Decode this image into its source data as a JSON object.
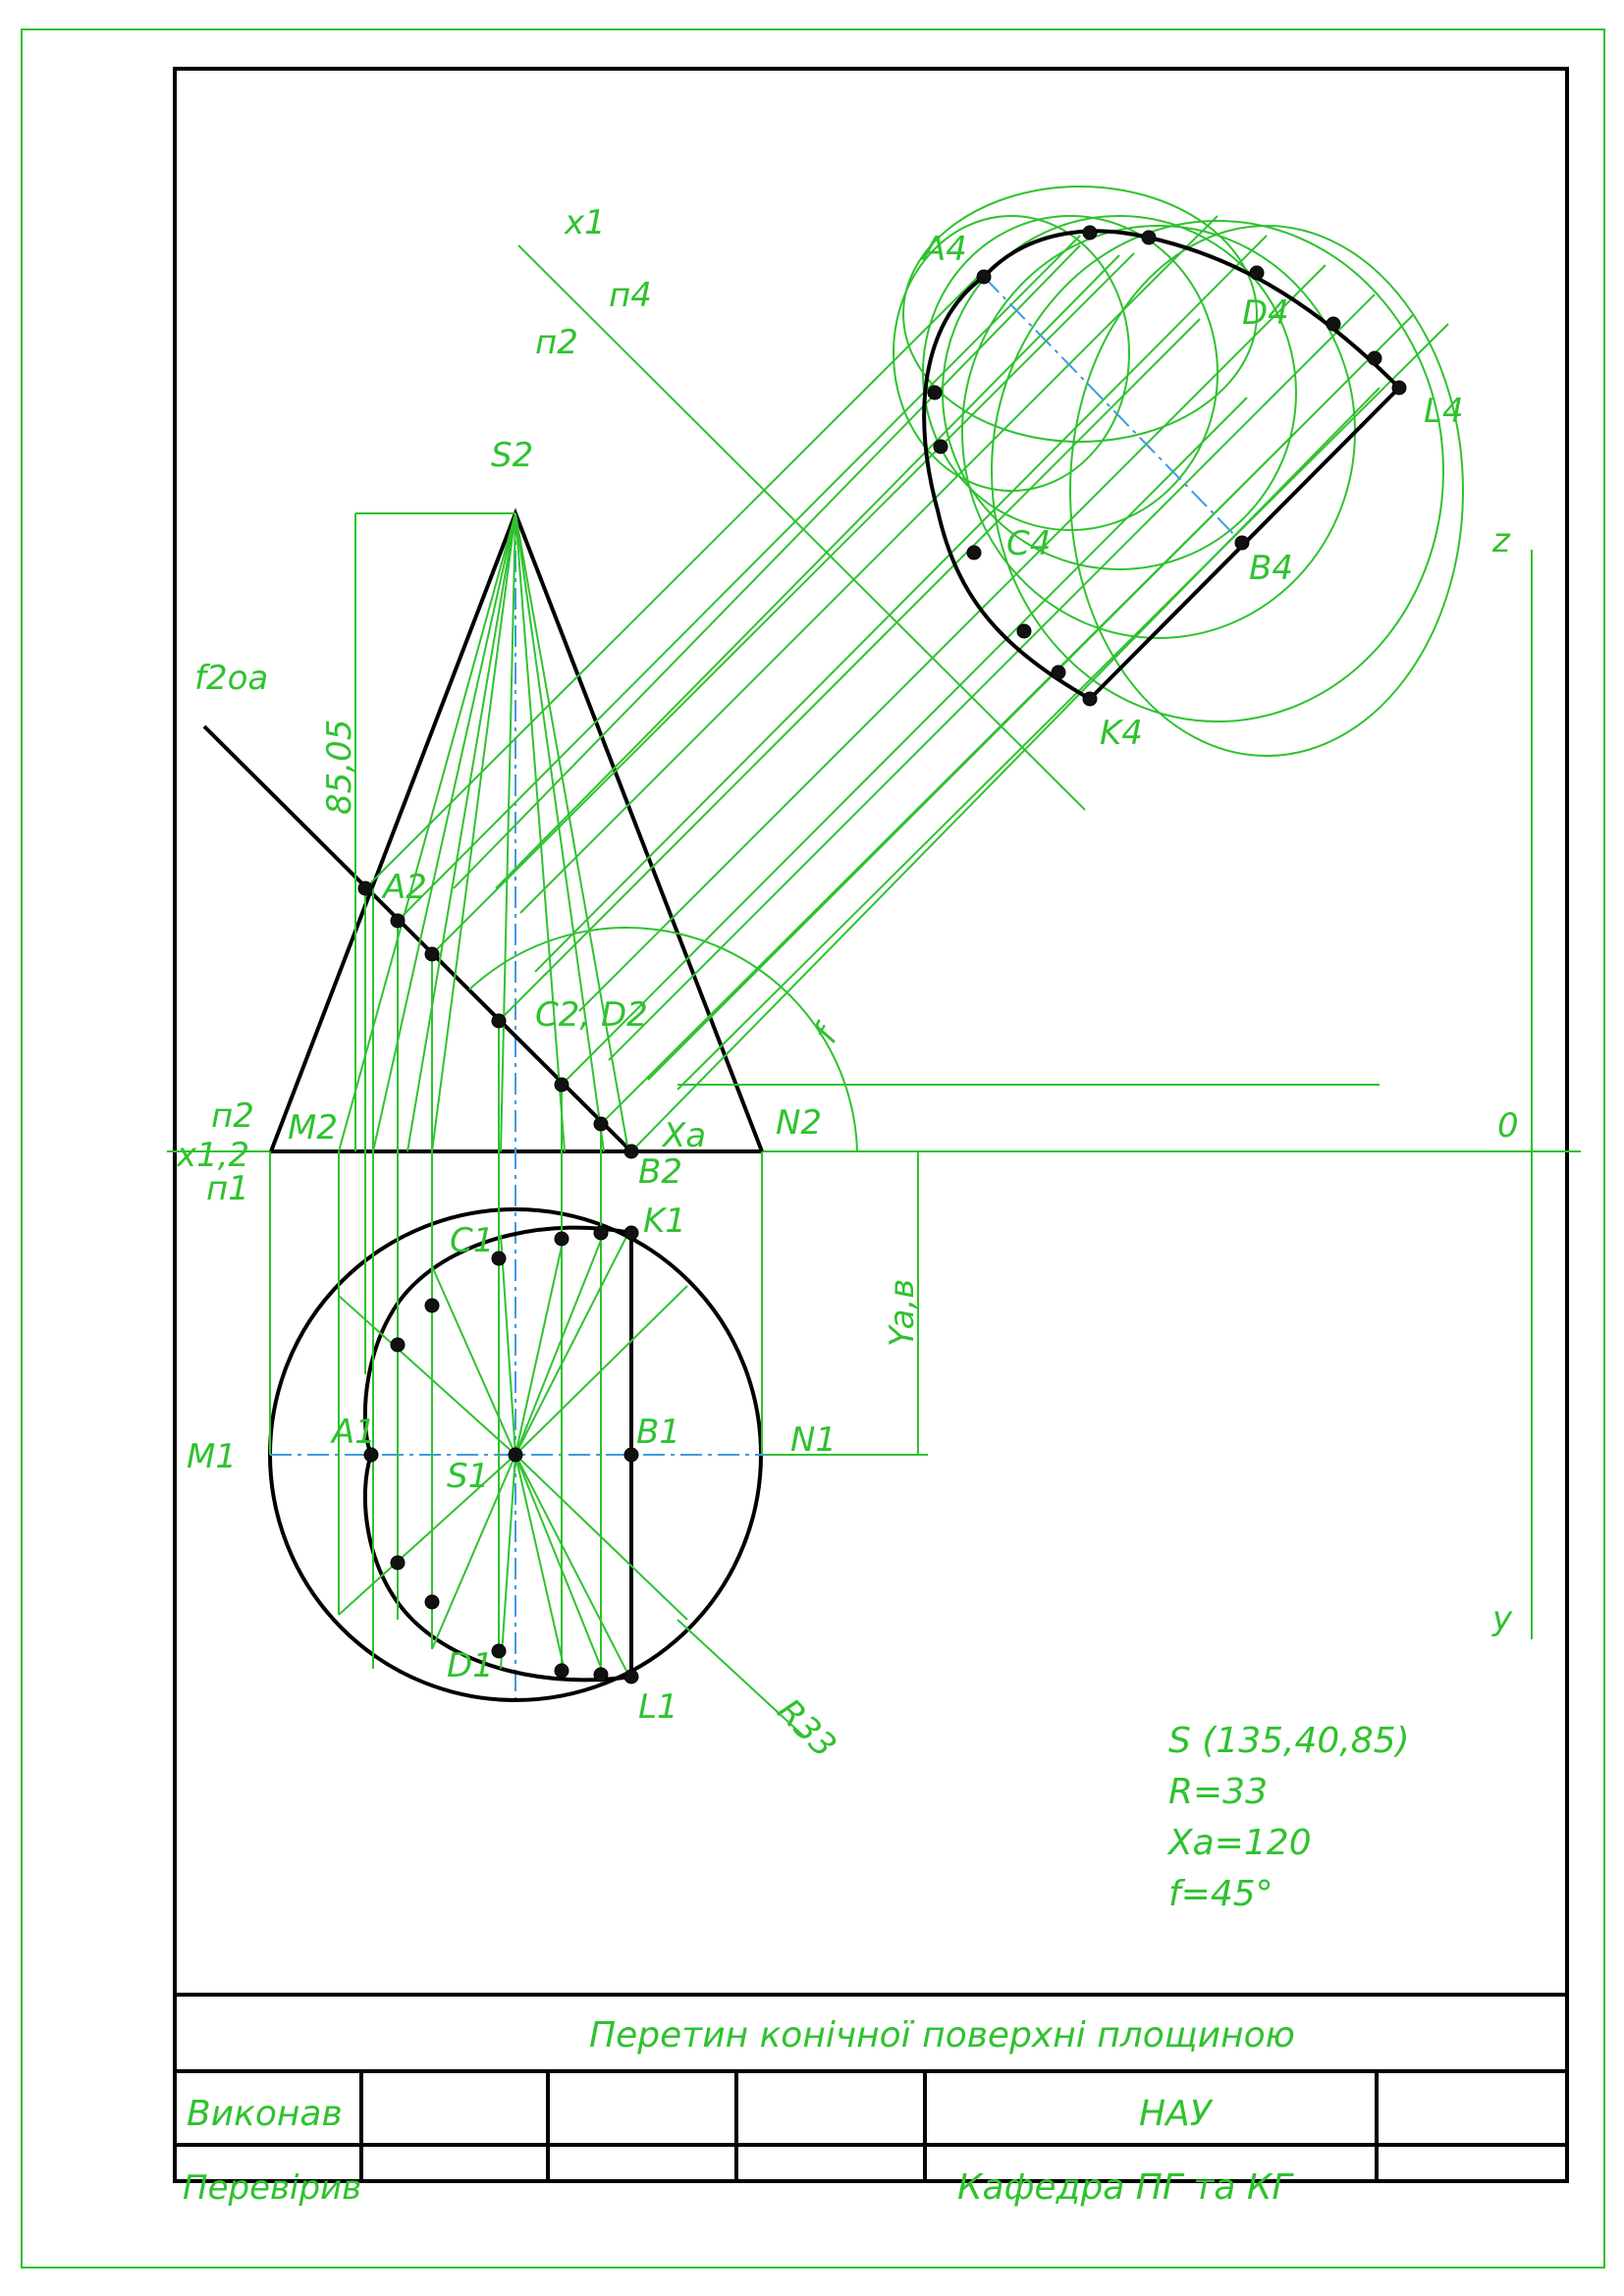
{
  "labels": {
    "x1": "x1",
    "pi4": "п4",
    "pi2_top": "п2",
    "S2": "S2",
    "f2oa": "f2oa",
    "dim_height": "85,05",
    "A2": "A2",
    "C2D2": "C2, D2",
    "f_angle": "f",
    "pi2": "п2",
    "x12": "x1,2",
    "pi1": "п1",
    "M2": "M2",
    "Xa": "Xa",
    "N2": "N2",
    "B2": "B2",
    "zero": "0",
    "C1": "C1",
    "K1": "K1",
    "Yab": "Ya,в",
    "M1": "M1",
    "A1": "A1",
    "S1": "S1",
    "B1": "B1",
    "N1": "N1",
    "D1": "D1",
    "L1": "L1",
    "R33": "R33",
    "z": "z",
    "y": "y",
    "A4": "A4",
    "D4": "D4",
    "L4": "L4",
    "C4": "C4",
    "B4": "B4",
    "K4": "K4"
  },
  "params": {
    "S": "S (135,40,85)",
    "R": "R=33",
    "Xa": "Xa=120",
    "f": "f=45°"
  },
  "title_block": {
    "title": "Перетин конічної  поверхні площиною",
    "performed": "Виконав",
    "checked": "Перевірив",
    "org": "НАУ",
    "dept": "Кафедра ПГ та КГ"
  },
  "colors": {
    "construction": "#2fc22f",
    "outline": "#000000",
    "axis": "#3f9be0"
  }
}
